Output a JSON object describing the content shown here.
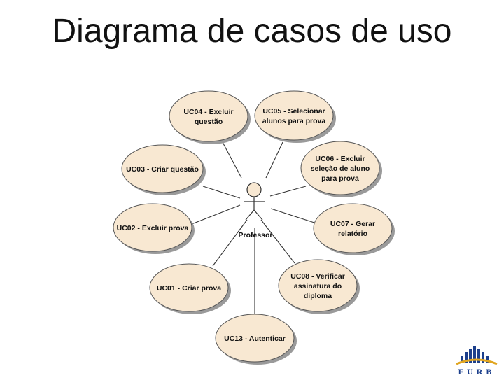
{
  "title": "Diagrama de casos de uso",
  "actor": {
    "name": "Professor"
  },
  "use_cases": [
    {
      "id": "uc04",
      "lines": [
        "UC04 - Excluir",
        "questão"
      ]
    },
    {
      "id": "uc05",
      "lines": [
        "UC05 - Selecionar",
        "alunos para prova"
      ]
    },
    {
      "id": "uc03",
      "lines": [
        "UC03 - Criar questão"
      ]
    },
    {
      "id": "uc06",
      "lines": [
        "UC06 - Excluir",
        "seleção de aluno",
        "para prova"
      ]
    },
    {
      "id": "uc02",
      "lines": [
        "UC02 - Excluir prova"
      ]
    },
    {
      "id": "uc07",
      "lines": [
        "UC07 - Gerar",
        "relatório"
      ]
    },
    {
      "id": "uc01",
      "lines": [
        "UC01 - Criar prova"
      ]
    },
    {
      "id": "uc08",
      "lines": [
        "UC08 - Verificar",
        "assinatura do",
        "diploma"
      ]
    },
    {
      "id": "uc13",
      "lines": [
        "UC13 - Autenticar"
      ]
    }
  ],
  "colors": {
    "ellipse_fill": "#f8e8d2",
    "ellipse_stroke": "#555555",
    "shadow": "#9a9a9a",
    "line": "#333333",
    "logo_blue": "#1c3f8c",
    "logo_gold": "#e0a520"
  },
  "logo": {
    "text": "FURB"
  }
}
